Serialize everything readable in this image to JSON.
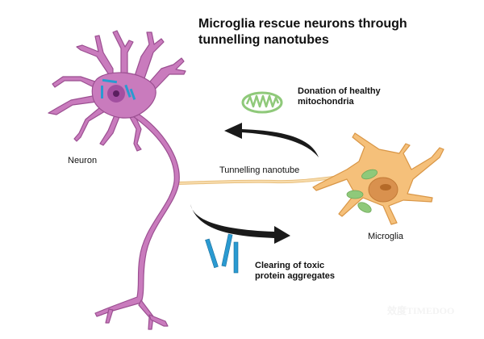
{
  "title": "Microglia rescue neurons through tunnelling nanotubes",
  "labels": {
    "neuron": "Neuron",
    "microglia": "Microglia",
    "nanotube": "Tunnelling nanotube",
    "donation": "Donation of healthy mitochondria",
    "clearing": "Clearing of toxic protein aggregates"
  },
  "watermark": "效度TIMEDOO",
  "colors": {
    "neuron": "#c97bbd",
    "neuron_outline": "#9b4f91",
    "nucleus_outer": "#a24fa0",
    "nucleus_inner": "#5a1f5f",
    "microglia": "#f5c07a",
    "microglia_outline": "#d99646",
    "microglia_nucleus": "#d9914e",
    "mitochondria": "#8fc97a",
    "aggregates": "#2a9ad1",
    "nanotube": "#f2cf95",
    "arrow": "#1a1a1a"
  }
}
